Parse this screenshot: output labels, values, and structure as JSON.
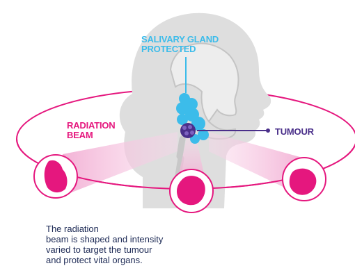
{
  "labels": {
    "salivary": [
      "SALIVARY GLAND",
      "PROTECTED"
    ],
    "radiation": [
      "RADIATION",
      "BEAM"
    ],
    "tumour": "TUMOUR"
  },
  "caption": [
    "The radiation",
    "beam is shaped and intensity",
    "varied to target the tumour",
    "and protect vital organs."
  ],
  "colors": {
    "beam": "#e5177e",
    "salivary": "#3cbcea",
    "tumour": "#4a2f8a",
    "head": "#dedede",
    "caption": "#1d2a55"
  },
  "icons": [
    "head-silhouette",
    "skull-icon",
    "salivary-gland-icon",
    "tumour-icon",
    "beam-shape-icon"
  ]
}
